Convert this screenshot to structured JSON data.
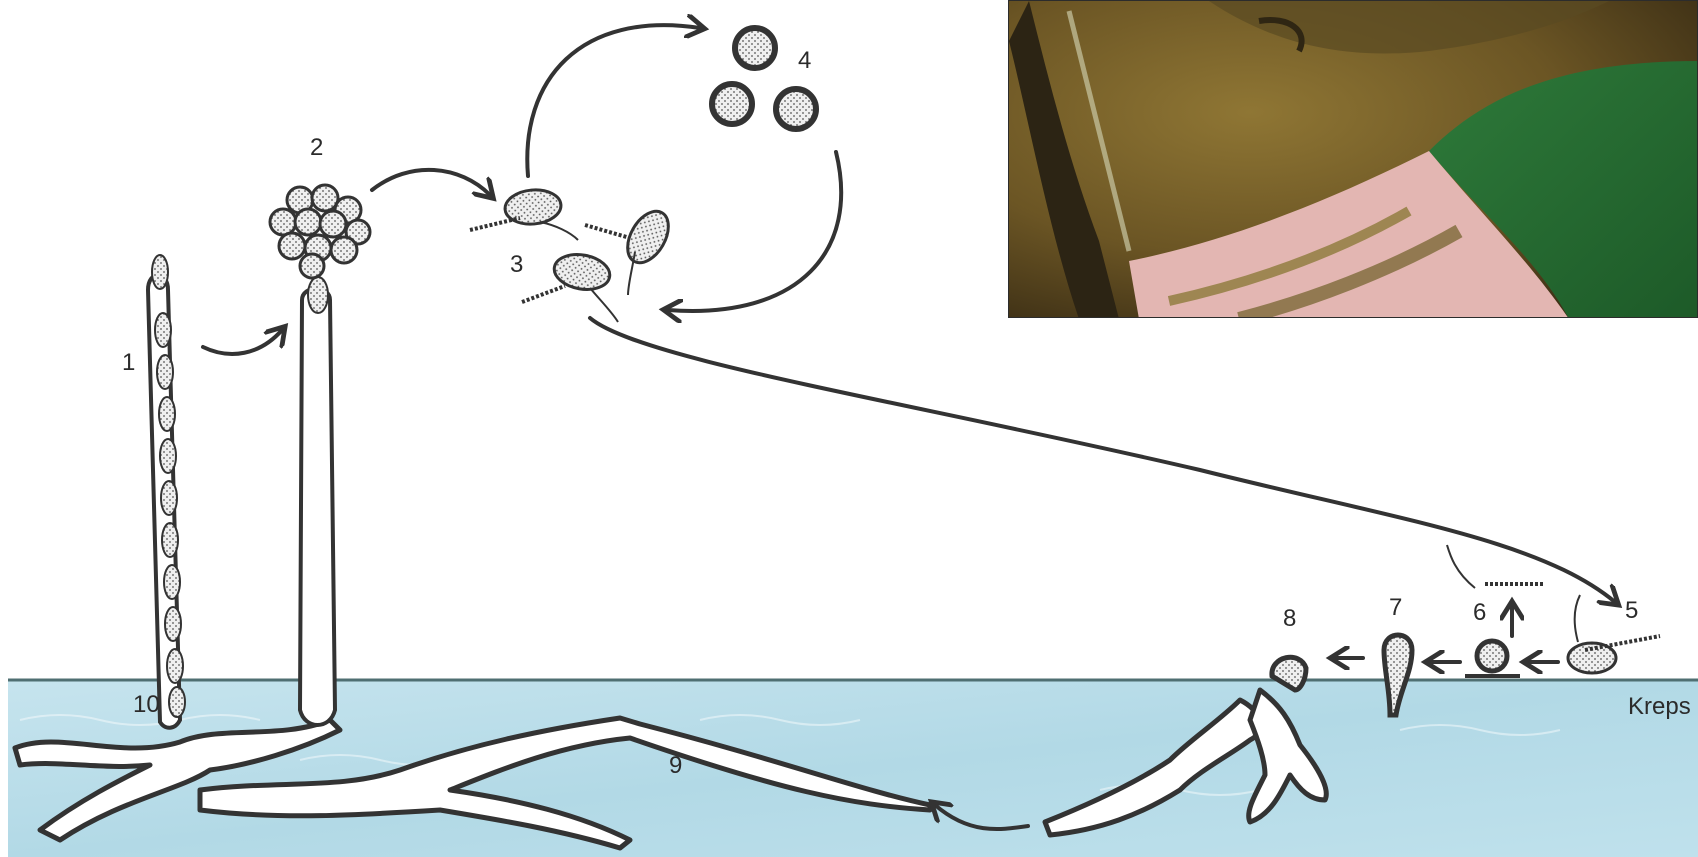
{
  "labels": {
    "l1": "1",
    "l2": "2",
    "l3": "3",
    "l4": "4",
    "l5": "5",
    "l6": "6",
    "l7": "7",
    "l8": "8",
    "l9": "9",
    "l10": "10",
    "host": "Kreps"
  },
  "colors": {
    "water": "#b9dde9",
    "water_line": "#4f6f72",
    "outline": "#333333",
    "hypha_fill": "#ffffff",
    "spore_fill": "#e9e9e9"
  },
  "inset_photo": {
    "subject": "crayfish-closeup"
  }
}
